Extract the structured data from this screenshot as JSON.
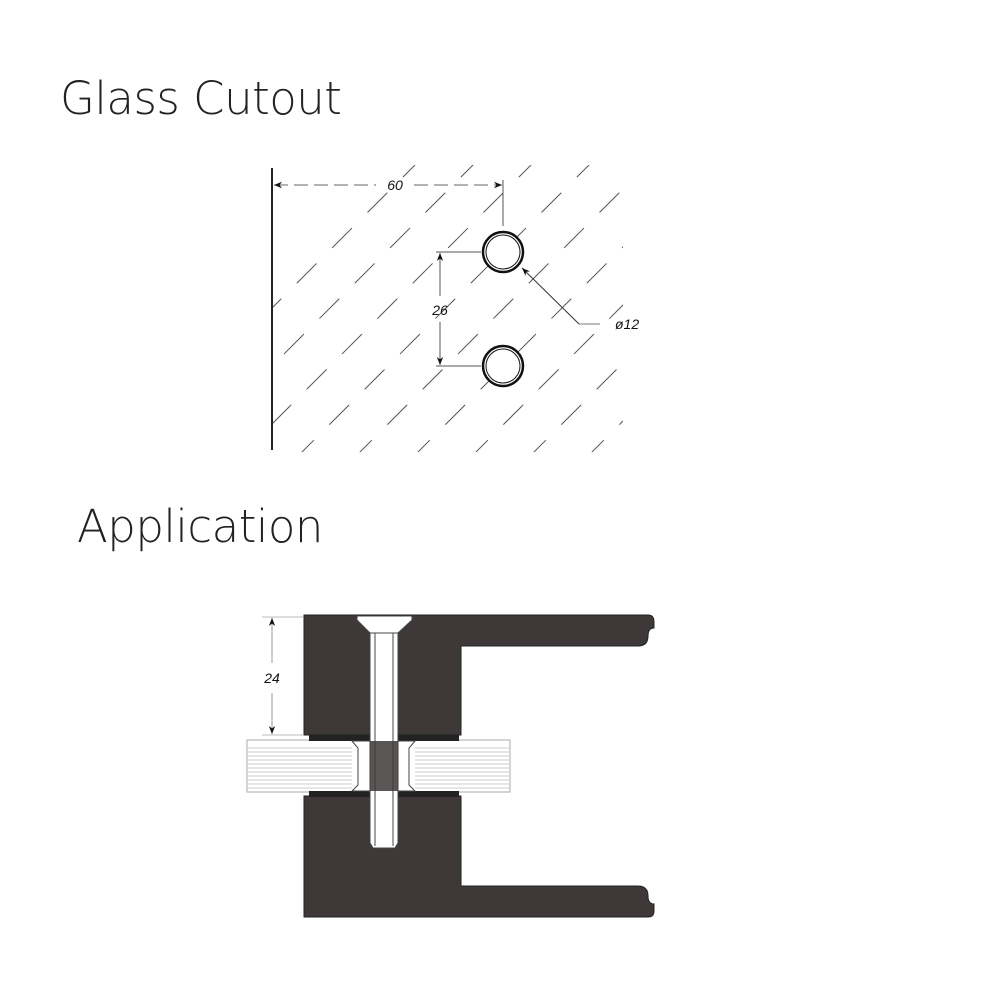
{
  "sections": {
    "cutout_title": "Glass Cutout",
    "application_title": "Application"
  },
  "cutout": {
    "dim_horizontal": "60",
    "dim_vertical": "26",
    "dim_diameter": "ø12"
  },
  "application": {
    "dim_height": "24",
    "fitting_color": "#3e3838"
  }
}
